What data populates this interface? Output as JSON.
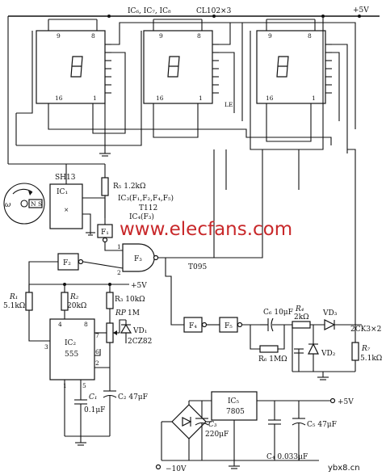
{
  "labels": {
    "display_ic": "IC₆, IC₇, IC₈",
    "display_type": "CL102×3",
    "vcc_top": "+5V",
    "d1_pin9": "9",
    "d1_pin8": "8",
    "d1_pin16": "16",
    "d1_pin1": "1",
    "d2_pin9": "9",
    "d2_pin8": "8",
    "d2_pin16": "16",
    "d2_pin1": "1",
    "d3_pin9": "9",
    "d3_pin8": "8",
    "d3_pin16": "16",
    "d3_pin1": "1",
    "le": "LE",
    "sensor": "SH13",
    "ic1": "IC₁",
    "ic1_mark": "×",
    "omega": "ω",
    "magnet": "N S",
    "r5": "R₅ 1.2kΩ",
    "ic3": "IC₃(F₁,F₂,F₄,F₅)",
    "t112": "T112",
    "ic4": "IC₄(F₃)",
    "f1": "F₁",
    "f2": "F₂",
    "f3": "F₃",
    "f4": "F₄",
    "f5": "F₅",
    "f3_pin1": "1",
    "f3_pin2": "2",
    "t095": "T095",
    "vcc_mid": "+5V",
    "r1": "R₁",
    "r1_val": "5.1kΩ",
    "r2": "R₂",
    "r2_val": "20kΩ",
    "r3": "R₃ 10kΩ",
    "rp": "RP",
    "rp_val": "1M",
    "vd1": "VD₁",
    "vd1_val": "2CZ82",
    "ic2": "IC₂",
    "ic2_type": "555",
    "ic2_p4": "4",
    "ic2_p8": "8",
    "ic2_p3": "3",
    "ic2_p2": "2",
    "ic2_p6": "6",
    "ic2_p1": "1",
    "ic2_p5": "5",
    "ic2_p7": "7",
    "c1": "C₁",
    "c1_val": "0.1μF",
    "c2": "C₂ 47μF",
    "c6": "C₆ 10μF",
    "r4": "R₄",
    "r4_val": "2kΩ",
    "vd3": "VD₃",
    "vd_type": "2CK3×2",
    "r6": "R₆ 1MΩ",
    "vd2": "VD₂",
    "r7": "R₇",
    "r7_val": "5.1kΩ",
    "ic5": "IC₅",
    "ic5_type": "7805",
    "vcc_reg": "+5V",
    "c3": "C₃",
    "c3_val": "220μF",
    "c5": "C₅ 47μF",
    "c4": "C₄ 0.033μF",
    "neg10": "−10V",
    "watermark": "www.elecfans.com",
    "watermark_small": "ybx8.cn"
  }
}
